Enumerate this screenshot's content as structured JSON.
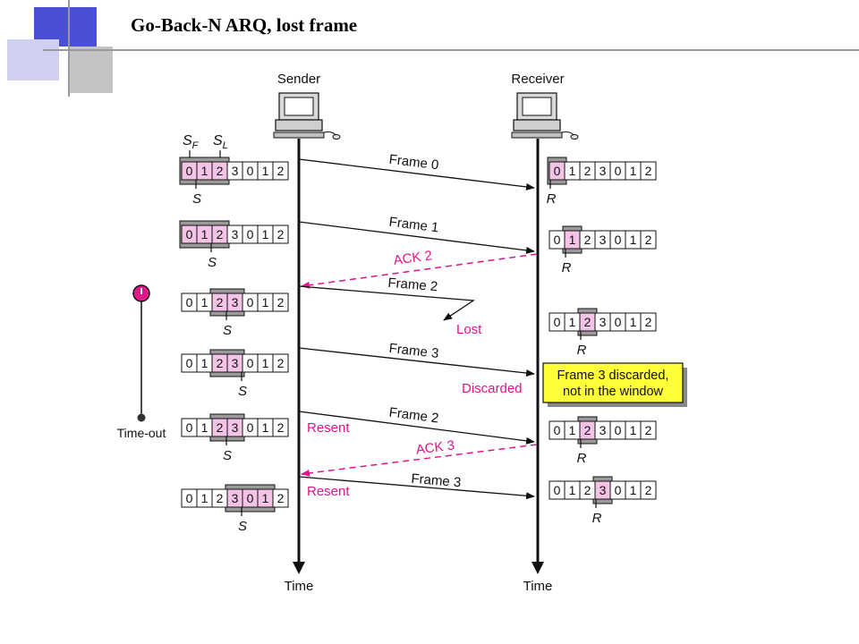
{
  "slide": {
    "title": "Go-Back-N ARQ, lost frame"
  },
  "colors": {
    "highlight": "#f4c3e6",
    "window_shade": "#9a9a9a",
    "accent": "#e0168a",
    "note_bg": "#ffff3a",
    "deco_blue": "#4b4fd6",
    "deco_light": "#cfd0f2",
    "deco_gray": "#b8b8b8"
  },
  "diagram": {
    "sender_label": "Sender",
    "receiver_label": "Receiver",
    "time_label_sender": "Time",
    "time_label_receiver": "Time",
    "sf_label": "S",
    "sf_sub": "F",
    "sl_label": "S",
    "sl_sub": "L",
    "sequence": [
      "0",
      "1",
      "2",
      "3",
      "0",
      "1",
      "2"
    ],
    "s_label": "S",
    "r_label": "R",
    "timeout_label": "Time-out",
    "timer_icon": "stopwatch-icon",
    "computer_icon": "desktop-computer-icon",
    "sender_windows": [
      {
        "highlight": [
          0,
          1,
          2
        ],
        "pointer": 0
      },
      {
        "highlight": [
          0,
          1,
          2
        ],
        "pointer": 1
      },
      {
        "highlight": [
          2,
          3
        ],
        "pointer": 2
      },
      {
        "highlight": [
          2,
          3
        ],
        "pointer": 3
      },
      {
        "highlight": [
          2,
          3
        ],
        "pointer": 2
      },
      {
        "highlight": [
          3,
          4,
          5
        ],
        "pointer": 3
      }
    ],
    "receiver_windows": [
      {
        "r": 0
      },
      {
        "r": 1
      },
      {
        "r": 2
      },
      {
        "r": 2
      },
      {
        "r": 3
      }
    ],
    "messages": [
      {
        "label": "Frame 0",
        "kind": "frame"
      },
      {
        "label": "Frame 1",
        "kind": "frame"
      },
      {
        "label": "ACK 2",
        "kind": "ack"
      },
      {
        "label": "Frame 2",
        "kind": "lost",
        "outcome": "Lost"
      },
      {
        "label": "Frame 3",
        "kind": "frame",
        "outcome": "Discarded"
      },
      {
        "label": "Frame 2",
        "kind": "frame",
        "note": "Resent"
      },
      {
        "label": "ACK 3",
        "kind": "ack"
      },
      {
        "label": "Frame 3",
        "kind": "frame",
        "note": "Resent"
      }
    ],
    "discard_note_line1": "Frame 3 discarded,",
    "discard_note_line2": "not in the window"
  }
}
